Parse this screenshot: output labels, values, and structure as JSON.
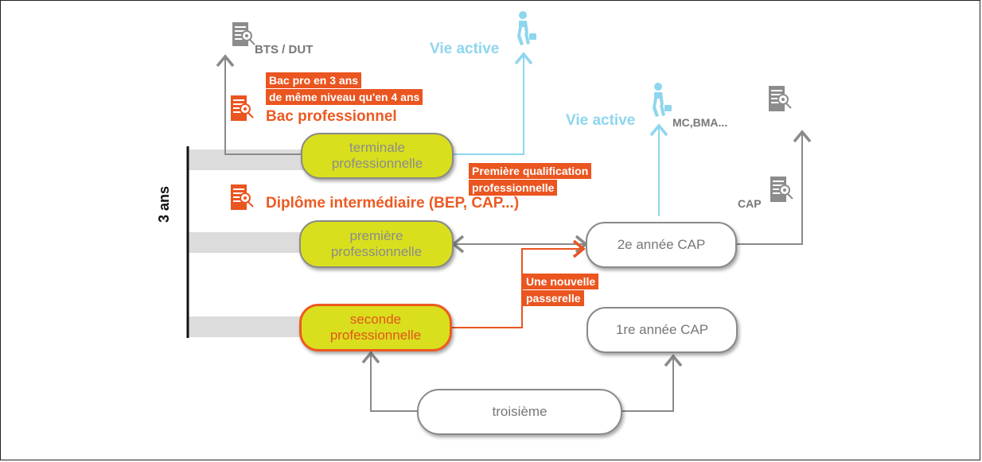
{
  "duration_label": "3 ans",
  "nodes": {
    "terminale": "terminale\nprofessionnelle",
    "premiere": "première\nprofessionnelle",
    "seconde": "seconde\nprofessionnelle",
    "cap2": "2e année CAP",
    "cap1": "1re année CAP",
    "troisieme": "troisième"
  },
  "outcomes": {
    "bts_dut": "BTS / DUT",
    "vie_active_top": "Vie active",
    "vie_active_right": "Vie active",
    "mc_bma": "MC,BMA...",
    "cap": "CAP"
  },
  "bac": {
    "badge_line1": "Bac pro en 3 ans",
    "badge_line2": "de même niveau qu'en 4 ans",
    "title": "Bac professionnel"
  },
  "diplome_intermediaire": "Diplôme intermédiaire (BEP, CAP...)",
  "premiere_qualification": {
    "line1": "Première qualification",
    "line2": "professionnelle"
  },
  "passerelle": {
    "line1": "Une nouvelle",
    "line2": "passerelle"
  },
  "colors": {
    "green_fill": "#d9df1c",
    "orange": "#ea5520",
    "light_blue": "#8ed6ee",
    "grey": "#8a8a8a"
  }
}
